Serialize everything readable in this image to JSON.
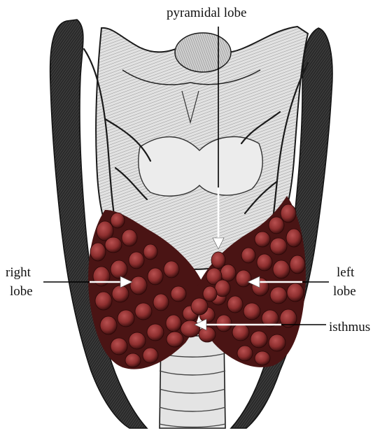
{
  "labels": {
    "pyramidal_lobe": "pyramidal lobe",
    "right_lobe_line1": "right",
    "right_lobe_line2": "lobe",
    "left_lobe_line1": "left",
    "left_lobe_line2": "lobe",
    "isthmus": "isthmus"
  },
  "colors": {
    "ink": "#1a1a1a",
    "thyroid": "#8e2f2f",
    "thyroid_shadow": "#4a1414",
    "cartilage": "#d9d9d9",
    "vessel": "#262626",
    "arrow": "#ffffff",
    "pointer_line": "#000000"
  }
}
